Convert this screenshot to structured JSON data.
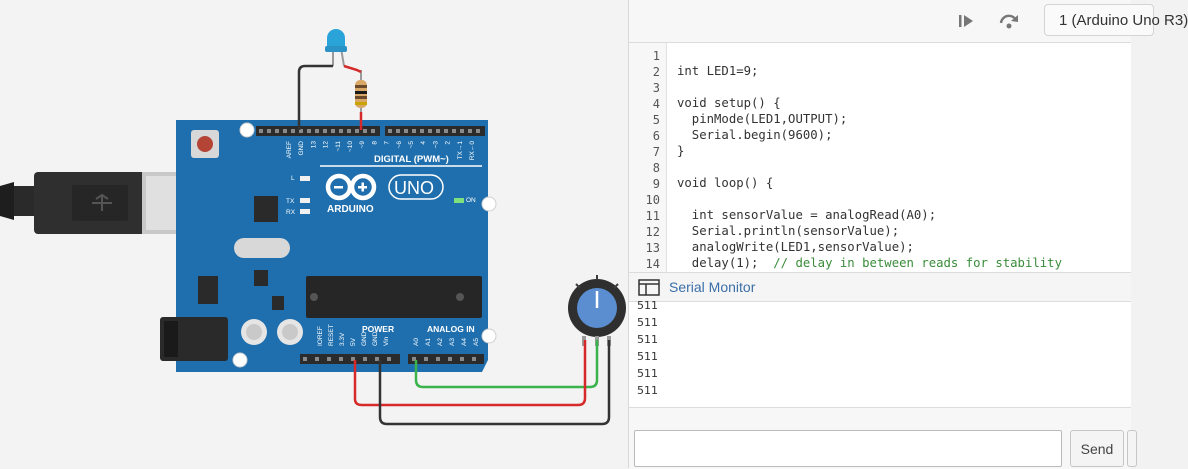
{
  "toolbar": {
    "step_icon": "play-step-icon",
    "step_over_icon": "step-over-icon",
    "device_selected": "1 (Arduino Uno R3)"
  },
  "circuit": {
    "board": {
      "brand": "ARDUINO",
      "model": "UNO",
      "digital_label": "DIGITAL (PWM~)",
      "power_label": "POWER",
      "analog_label": "ANALOG IN",
      "on_label": "ON",
      "l_label": "L",
      "tx_label": "TX",
      "rx_label": "RX",
      "digital_pins": [
        "AREF",
        "GND",
        "13",
        "12",
        "~11",
        "~10",
        "~9",
        "8",
        "7",
        "~6",
        "~5",
        "4",
        "~3",
        "2",
        "TX→1",
        "RX←0"
      ],
      "power_pins": [
        "IOREF",
        "RESET",
        "3.3V",
        "5V",
        "GND",
        "GND",
        "Vin"
      ],
      "analog_pins": [
        "A0",
        "A1",
        "A2",
        "A3",
        "A4",
        "A5"
      ]
    },
    "colors": {
      "board": "#1f6fae",
      "led": "#2aa3d9",
      "wire_red": "#d62a2a",
      "wire_green": "#3ab34a",
      "wire_black": "#333333",
      "pot_knob": "#5a8ed0"
    }
  },
  "editor": {
    "lines": [
      {
        "n": "1",
        "code": "",
        "comment": ""
      },
      {
        "n": "2",
        "code": "int LED1=9;",
        "comment": ""
      },
      {
        "n": "3",
        "code": "",
        "comment": ""
      },
      {
        "n": "4",
        "code": "void setup() {",
        "comment": ""
      },
      {
        "n": "5",
        "code": "  pinMode(LED1,OUTPUT);",
        "comment": ""
      },
      {
        "n": "6",
        "code": "  Serial.begin(9600);",
        "comment": ""
      },
      {
        "n": "7",
        "code": "}",
        "comment": ""
      },
      {
        "n": "8",
        "code": "",
        "comment": ""
      },
      {
        "n": "9",
        "code": "void loop() {",
        "comment": ""
      },
      {
        "n": "10",
        "code": "",
        "comment": ""
      },
      {
        "n": "11",
        "code": "  int sensorValue = analogRead(A0);",
        "comment": ""
      },
      {
        "n": "12",
        "code": "  Serial.println(sensorValue);",
        "comment": ""
      },
      {
        "n": "13",
        "code": "  analogWrite(LED1,sensorValue);",
        "comment": ""
      },
      {
        "n": "14",
        "code": "  delay(1);  ",
        "comment": "// delay in between reads for stability"
      }
    ]
  },
  "serial_monitor": {
    "title": "Serial Monitor",
    "output": [
      "511",
      "511",
      "511",
      "511",
      "511",
      "511"
    ],
    "input_value": "",
    "send_label": "Send"
  }
}
